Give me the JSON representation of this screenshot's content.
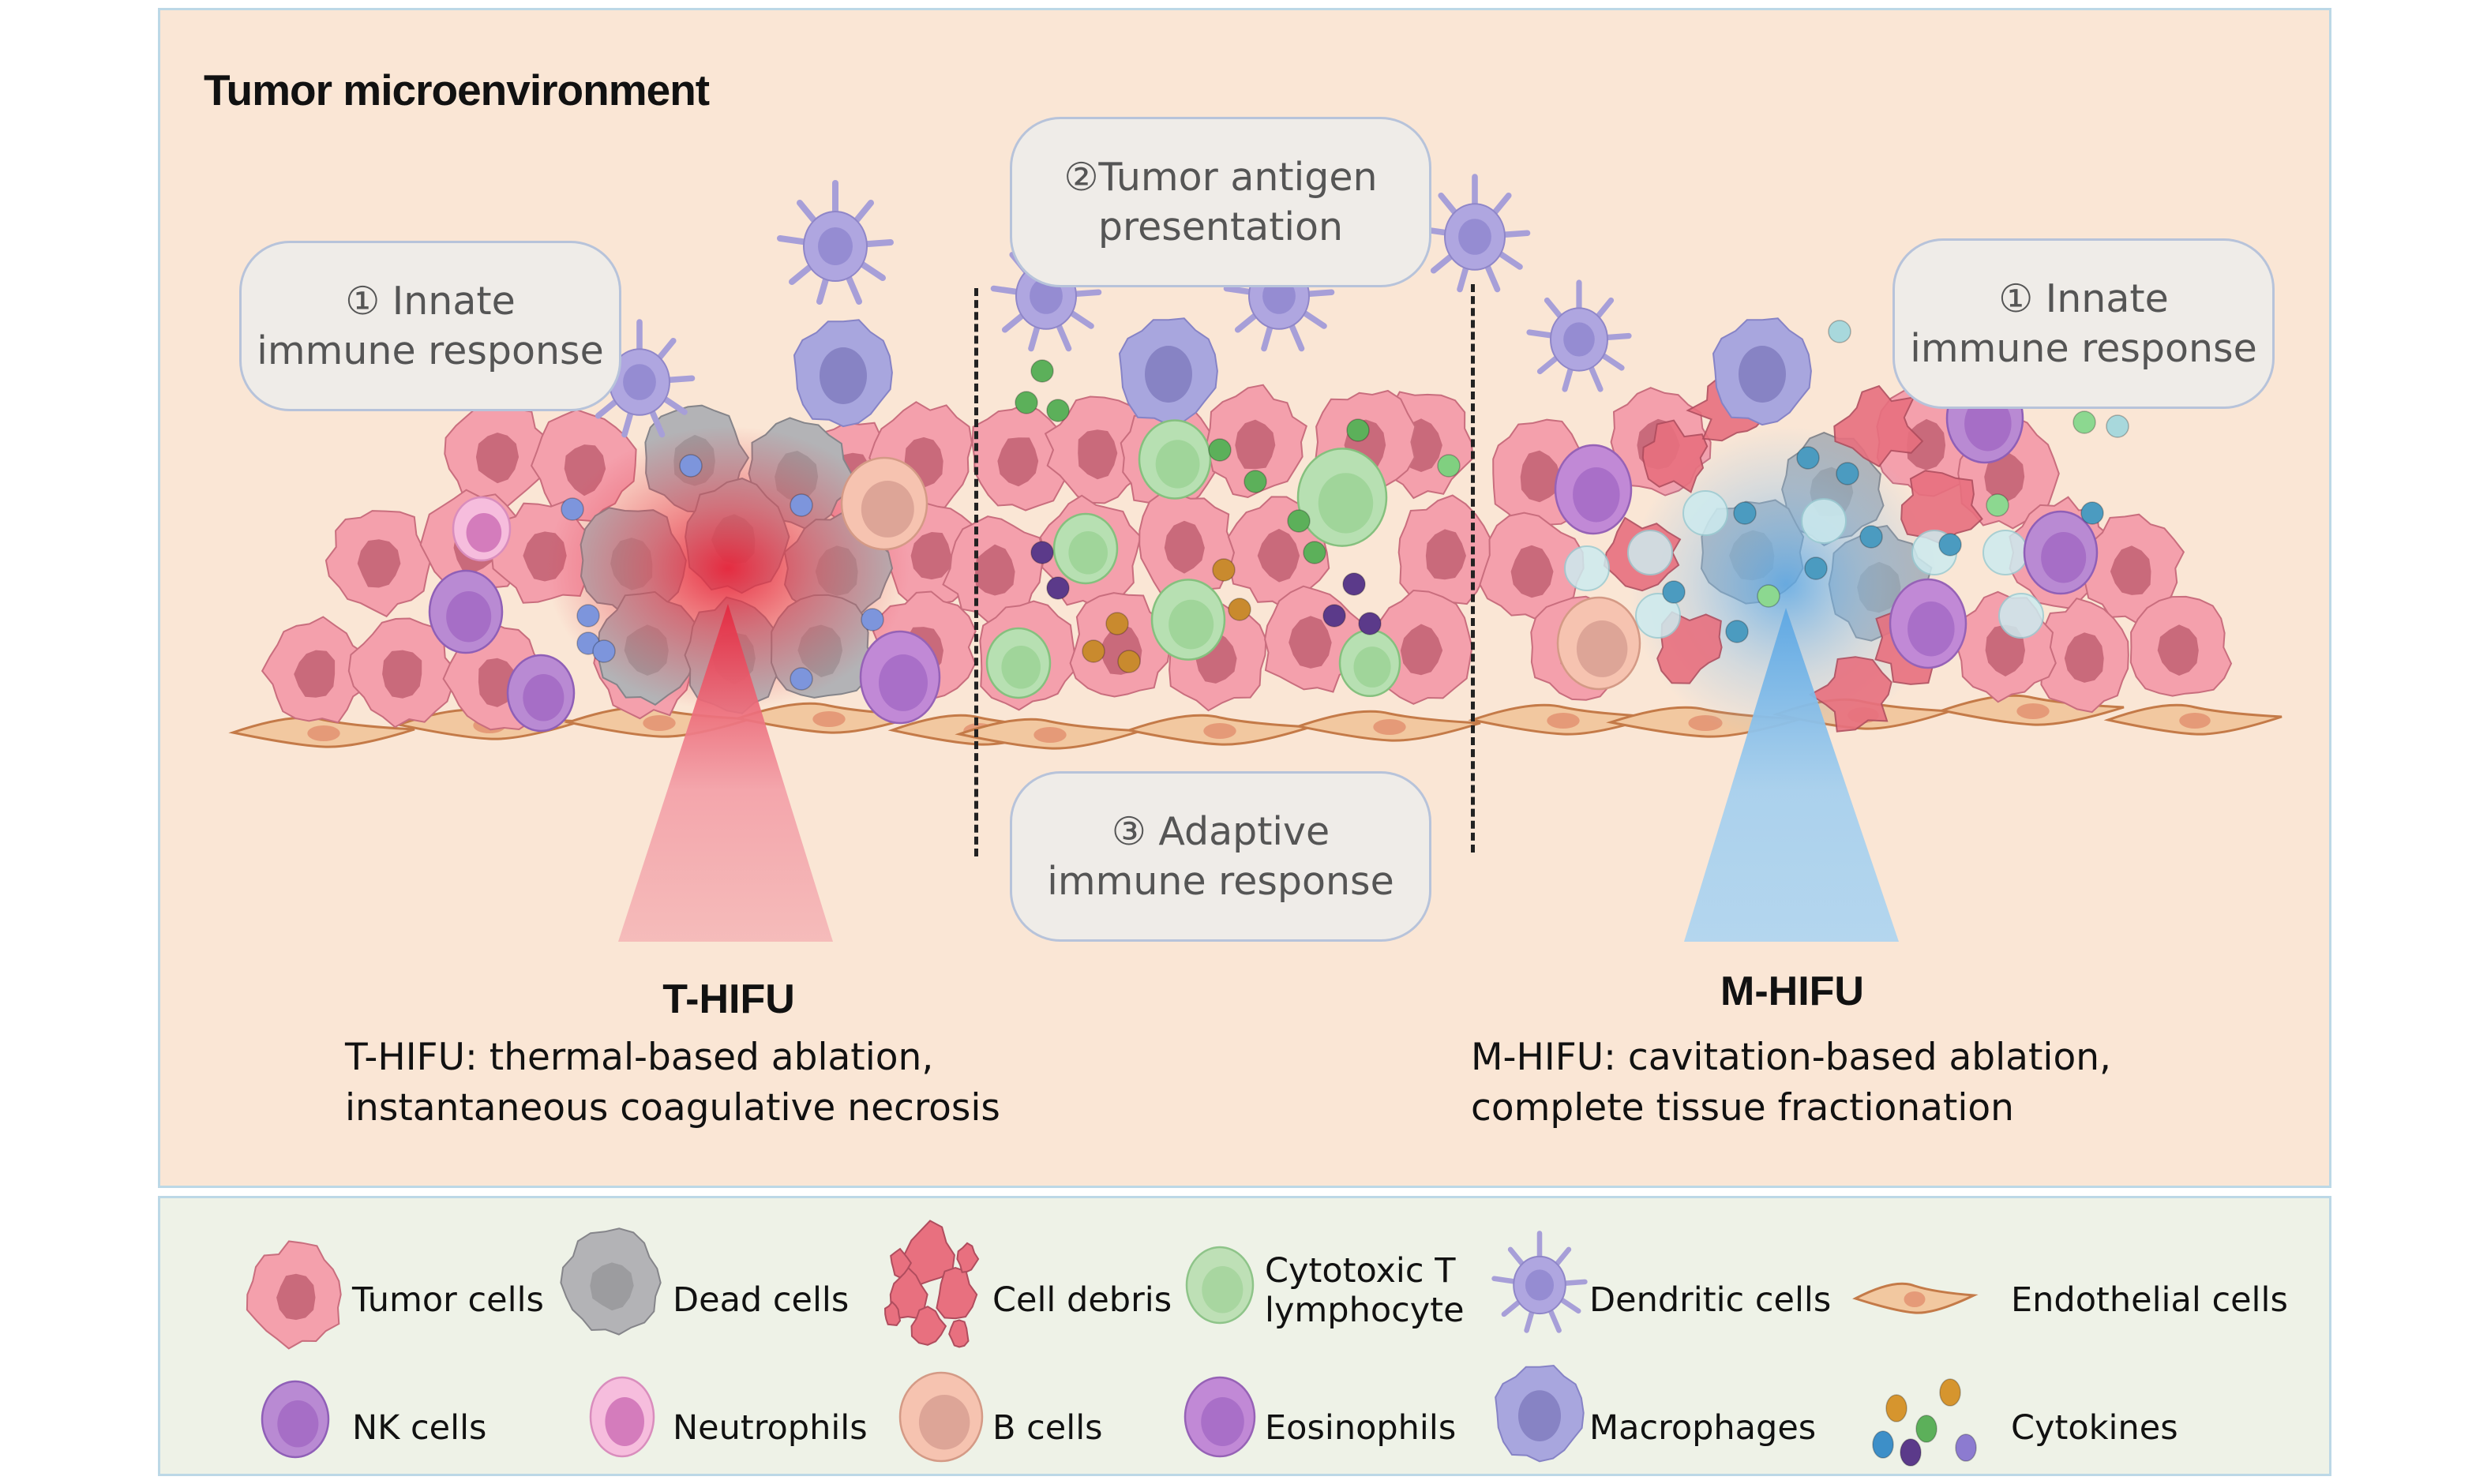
{
  "figure": {
    "title": "Tumor microenvironment",
    "colors": {
      "panel_bg": "#FAE6D5",
      "legend_bg": "#EEF2E7",
      "border": "#BCD8E6",
      "thermal_beam": "#E8323F",
      "mechanical_beam": "#6AAFE3",
      "tumor_cell": "#F4A0AC",
      "dead_cell": "#B3B3B6",
      "bubble_bg": "#EFECE8"
    }
  },
  "bubbles": [
    {
      "number": "①",
      "line1": "① Innate",
      "line2": "immune response"
    },
    {
      "number": "②",
      "line1": "②Tumor antigen",
      "line2": "presentation"
    },
    {
      "number": "③",
      "line1": "③ Adaptive",
      "line2": "immune response"
    },
    {
      "number": "①",
      "line1": "① Innate",
      "line2": "immune response"
    }
  ],
  "hifu": {
    "thermal": {
      "title": "T-HIFU",
      "desc_line1": "T-HIFU: thermal-based ablation,",
      "desc_line2": "instantaneous coagulative necrosis"
    },
    "mechanical": {
      "title": "M-HIFU",
      "desc_line1": "M-HIFU: cavitation-based ablation,",
      "desc_line2": "complete tissue fractionation"
    }
  },
  "legend": {
    "row1": [
      {
        "icon": "tumor-cell-icon",
        "label": "Tumor cells"
      },
      {
        "icon": "dead-cell-icon",
        "label": "Dead cells"
      },
      {
        "icon": "cell-debris-icon",
        "label": "Cell debris"
      },
      {
        "icon": "cytotoxic-t-lymphocyte-icon",
        "label": "Cytotoxic T",
        "label2": "lymphocyte"
      },
      {
        "icon": "dendritic-cell-icon",
        "label": "Dendritic cells"
      },
      {
        "icon": "endothelial-cell-icon",
        "label": "Endothelial cells"
      }
    ],
    "row2": [
      {
        "icon": "nk-cell-icon",
        "label": "NK cells"
      },
      {
        "icon": "neutrophil-icon",
        "label": "Neutrophils"
      },
      {
        "icon": "b-cell-icon",
        "label": "B cells"
      },
      {
        "icon": "eosinophil-icon",
        "label": "Eosinophils"
      },
      {
        "icon": "macrophage-icon",
        "label": "Macrophages"
      },
      {
        "icon": "cytokines-icon",
        "label": "Cytokines"
      }
    ]
  }
}
